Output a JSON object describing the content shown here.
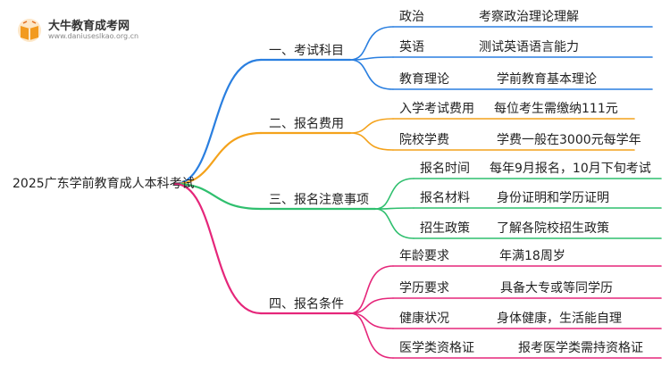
{
  "logo": {
    "title": "大牛教育成考网",
    "url": "www.daniuseslkao.org.cn",
    "icon": "book-logo-icon"
  },
  "root": "2025广东学前教育成人本科考试",
  "branches": [
    {
      "label": "一、考试科目",
      "color": "#2a7fe0",
      "items": [
        {
          "label": "政治",
          "value": "考察政治理论理解"
        },
        {
          "label": "英语",
          "value": "测试英语语言能力"
        },
        {
          "label": "教育理论",
          "value": "学前教育基本理论"
        }
      ]
    },
    {
      "label": "二、报名费用",
      "color": "#f4a21b",
      "items": [
        {
          "label": "入学考试费用",
          "value": "每位考生需缴纳111元"
        },
        {
          "label": "院校学费",
          "value": "学费一般在3000元每学年"
        }
      ]
    },
    {
      "label": "三、报名注意事项",
      "color": "#2fbf6e",
      "items": [
        {
          "label": "报名时间",
          "value": "每年9月报名，10月下旬考试"
        },
        {
          "label": "报名材料",
          "value": "身份证明和学历证明"
        },
        {
          "label": "招生政策",
          "value": "了解各院校招生政策"
        }
      ]
    },
    {
      "label": "四、报名条件",
      "color": "#e5267a",
      "items": [
        {
          "label": "年龄要求",
          "value": "年满18周岁"
        },
        {
          "label": "学历要求",
          "value": "具备大专或等同学历"
        },
        {
          "label": "健康状况",
          "value": "身体健康，生活能自理"
        },
        {
          "label": "医学类资格证",
          "value": "报考医学类需持资格证"
        }
      ]
    }
  ]
}
